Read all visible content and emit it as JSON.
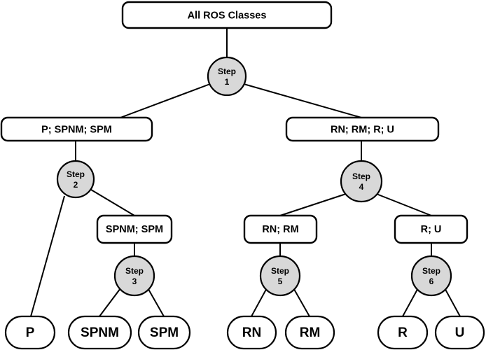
{
  "diagram": {
    "type": "decision-tree",
    "title": "All ROS Classes",
    "background_color": "#ffffff",
    "line_color": "#000000",
    "step_fill_color": "#d8d8d8",
    "box_fill_color": "#ffffff",
    "root": {
      "label": "All ROS Classes"
    },
    "steps": [
      {
        "id": "step1",
        "line1": "Step",
        "line2": "1"
      },
      {
        "id": "step2",
        "line1": "Step",
        "line2": "2"
      },
      {
        "id": "step3",
        "line1": "Step",
        "line2": "3"
      },
      {
        "id": "step4",
        "line1": "Step",
        "line2": "4"
      },
      {
        "id": "step5",
        "line1": "Step",
        "line2": "5"
      },
      {
        "id": "step6",
        "line1": "Step",
        "line2": "6"
      }
    ],
    "group_boxes": [
      {
        "id": "group-left-l2",
        "label": "P; SPNM; SPM"
      },
      {
        "id": "group-right-l2",
        "label": "RN; RM; R; U"
      },
      {
        "id": "group-spnm-spm",
        "label": "SPNM; SPM"
      },
      {
        "id": "group-rn-rm",
        "label": "RN; RM"
      },
      {
        "id": "group-r-u",
        "label": "R; U"
      }
    ],
    "leaves": [
      {
        "id": "leaf-p",
        "label": "P"
      },
      {
        "id": "leaf-spnm",
        "label": "SPNM"
      },
      {
        "id": "leaf-spm",
        "label": "SPM"
      },
      {
        "id": "leaf-rn",
        "label": "RN"
      },
      {
        "id": "leaf-rm",
        "label": "RM"
      },
      {
        "id": "leaf-r",
        "label": "R"
      },
      {
        "id": "leaf-u",
        "label": "U"
      }
    ]
  }
}
